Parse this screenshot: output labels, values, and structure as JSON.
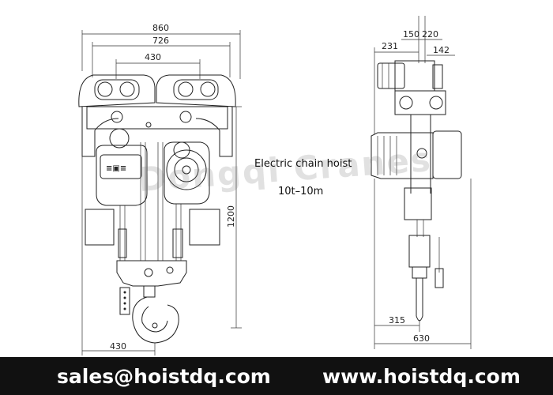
{
  "title": "Electric chain hoist",
  "subtitle": "10t–10m",
  "watermark": "Dongqi Cranes",
  "footer": {
    "email": "sales@hoistdq.com",
    "website": "www.hoistdq.com"
  },
  "front_view": {
    "dims": {
      "overall_width": "860",
      "rail_span": "726",
      "wheel_span": "430",
      "height": "1200",
      "hook_offset": "430"
    }
  },
  "side_view": {
    "dims": {
      "d150": "150",
      "d220": "220",
      "d231": "231",
      "d142": "142",
      "d315": "315",
      "d630": "630"
    }
  },
  "colors": {
    "footer_bg": "#111111",
    "footer_text": "#ffffff"
  }
}
